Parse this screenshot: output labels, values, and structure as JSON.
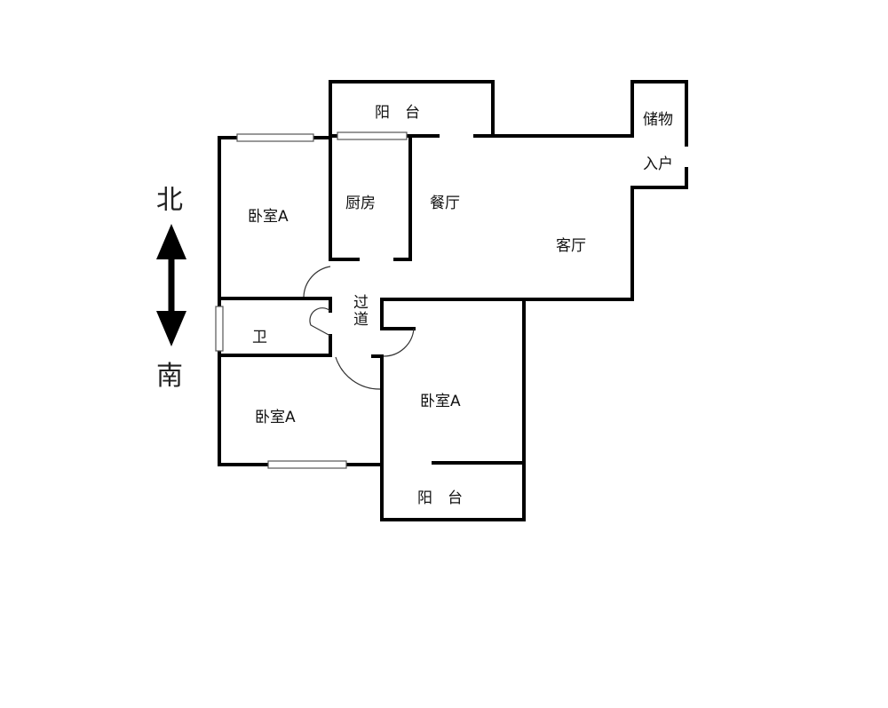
{
  "compass": {
    "north": "北",
    "south": "南"
  },
  "rooms": {
    "balcony_top": "阳　台",
    "storage": "储物",
    "entrance": "入户",
    "bedroom_nw": "卧室A",
    "kitchen": "厨房",
    "dining": "餐厅",
    "living": "客厅",
    "corridor": "过道",
    "bathroom": "卫",
    "bedroom_sw": "卧室A",
    "bedroom_s": "卧室A",
    "balcony_bottom": "阳　台"
  }
}
